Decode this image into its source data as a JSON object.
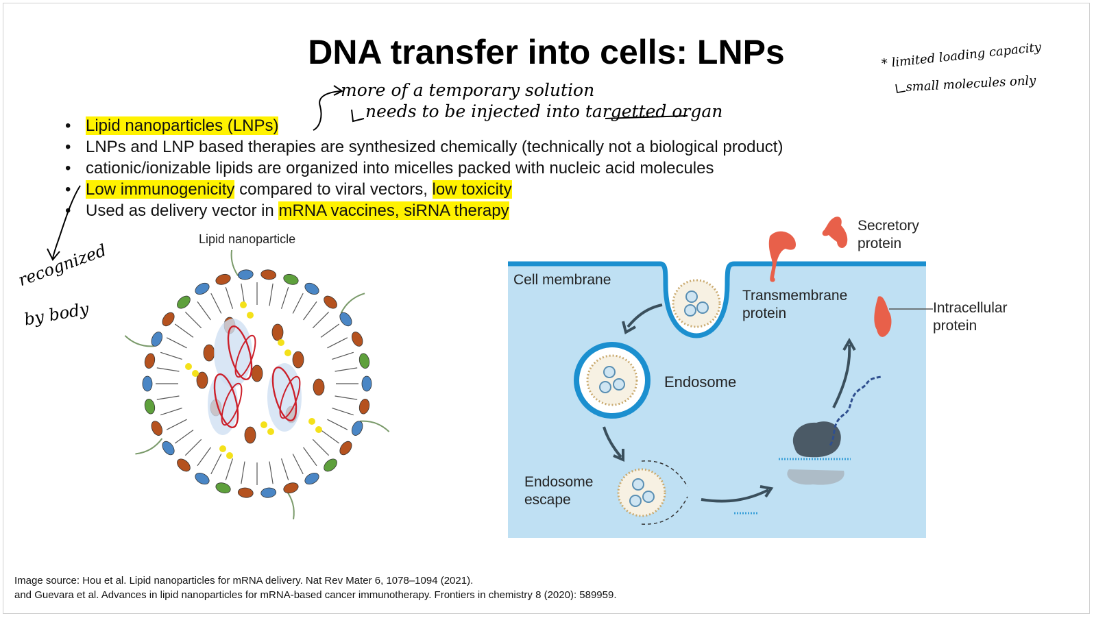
{
  "slide": {
    "title": "DNA transfer into cells: LNPs",
    "bullets": [
      {
        "pre": "",
        "hl1": "Lipid nanoparticles (LNPs)",
        "mid": "",
        "hl2": "",
        "post": ""
      },
      {
        "pre": "LNPs and LNP based therapies are synthesized chemically (technically not a biological product)",
        "hl1": "",
        "mid": "",
        "hl2": "",
        "post": ""
      },
      {
        "pre": "cationic/ionizable lipids are organized into micelles packed with nucleic acid molecules",
        "hl1": "",
        "mid": "",
        "hl2": "",
        "post": ""
      },
      {
        "pre": "",
        "hl1": "Low immunogenicity",
        "mid": " compared to viral vectors, ",
        "hl2": "low toxicity",
        "post": ""
      },
      {
        "pre": "Used as delivery vector in ",
        "hl1": "mRNA vaccines, siRNA therapy",
        "mid": "",
        "hl2": "",
        "post": ""
      }
    ],
    "annotations": {
      "more_temporary": "more of a temporary solution",
      "needs_injected_prefix": "needs to be injected into ",
      "needs_injected_target": "targetted",
      "needs_injected_suffix": " organ",
      "limited_loading": "limited loading capacity",
      "small_molecules": "small molecules only",
      "recognized": "recognized",
      "by_body": "by body"
    },
    "figure_left": {
      "caption": "Lipid nanoparticle"
    },
    "figure_right": {
      "cell_membrane": "Cell membrane",
      "secretory_1": "Secretory",
      "secretory_2": "protein",
      "transmembrane_1": "Transmembrane",
      "transmembrane_2": "protein",
      "intracellular_1": "Intracellular",
      "intracellular_2": "protein",
      "endosome": "Endosome",
      "escape_1": "Endosome",
      "escape_2": "escape"
    },
    "source_line1": "Image source: Hou et al. Lipid nanoparticles for mRNA delivery. Nat Rev Mater 6, 1078–1094 (2021).",
    "source_line2": "and Guevara et al. Advances in lipid nanoparticles for mRNA-based cancer immunotherapy. Frontiers in chemistry 8 (2020): 589959.",
    "colors": {
      "highlight": "#fff200",
      "cell_bg": "#bfe0f3",
      "membrane": "#1b8fcf",
      "protein": "#e8604a",
      "lipid_blue": "#4a86c5",
      "lipid_brown": "#b5521f",
      "lipid_green": "#5ea03c",
      "nucleic_red": "#cc1f2a"
    }
  }
}
